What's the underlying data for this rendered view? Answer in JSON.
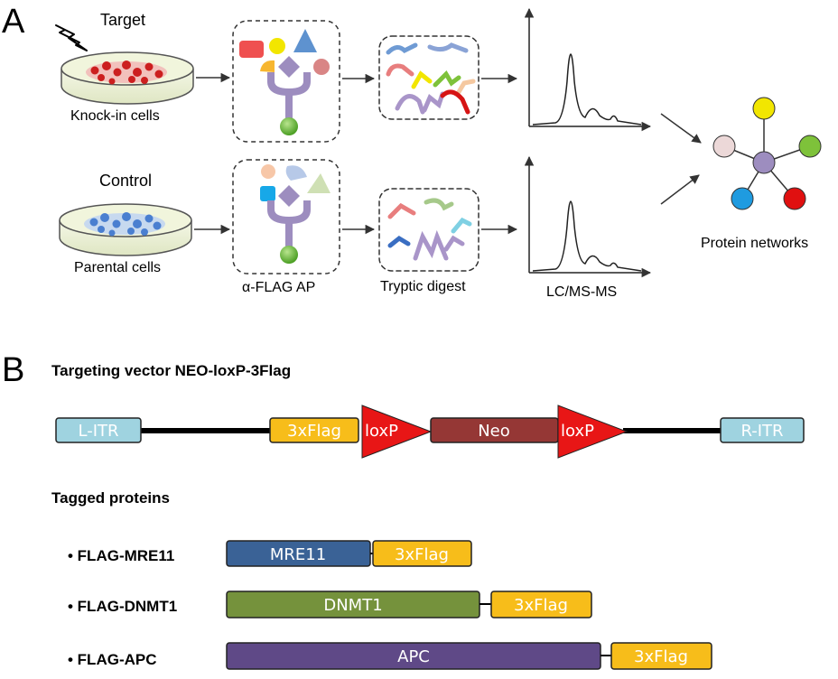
{
  "panel_a": {
    "letter": "A",
    "target_label": "Target",
    "knockin_label": "Knock-in cells",
    "control_label": "Control",
    "parental_label": "Parental cells",
    "ap_label": "α-FLAG AP",
    "digest_label": "Tryptic digest",
    "lcms_label": "LC/MS-MS",
    "network_label": "Protein networks",
    "colors": {
      "red_cell": "#d42a2a",
      "blue_cell": "#4a7fd0",
      "bait": "#9d8dbf",
      "bead": "#5fb830",
      "node_yellow": "#f2e600",
      "node_green": "#7ec23a",
      "node_red": "#e01010",
      "node_blue": "#1f9be0",
      "node_pink": "#ecd8d8"
    }
  },
  "panel_b": {
    "letter": "B",
    "vector_title": "Targeting vector NEO-loxP-3Flag",
    "vector": {
      "litr": "L-ITR",
      "flag": "3xFlag",
      "loxp1": "loxP",
      "neo": "Neo",
      "loxp2": "loxP",
      "ritr": "R-ITR"
    },
    "tagged_title": "Tagged proteins",
    "proteins": [
      {
        "label": "• FLAG-MRE11",
        "name": "MRE11",
        "flag": "3xFlag",
        "color": "#3a6296"
      },
      {
        "label": "• FLAG-DNMT1",
        "name": "DNMT1",
        "flag": "3xFlag",
        "color": "#75923c"
      },
      {
        "label": "• FLAG-APC",
        "name": "APC",
        "flag": "3xFlag",
        "color": "#5f4987"
      }
    ],
    "colors": {
      "itr": "#9fd3e0",
      "flag": "#f7bd1a",
      "loxp": "#e81616",
      "neo": "#953735"
    }
  }
}
